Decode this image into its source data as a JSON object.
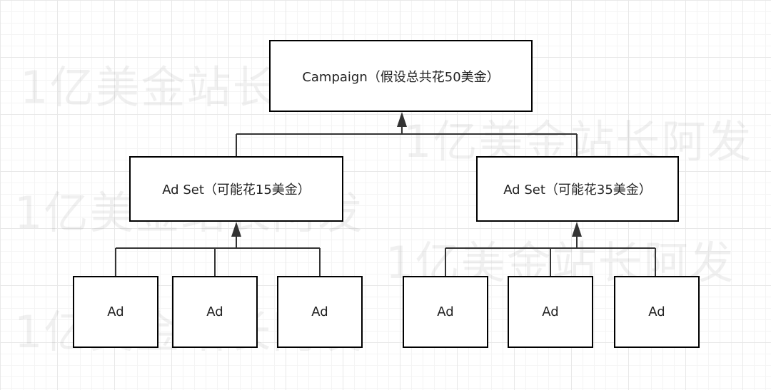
{
  "watermark": {
    "text": "1亿美金站长阿发"
  },
  "campaign": {
    "label": "Campaign（假设总共花50美金）"
  },
  "ad_sets": [
    {
      "label": "Ad Set（可能花15美金）",
      "ads": [
        "Ad",
        "Ad",
        "Ad"
      ]
    },
    {
      "label": "Ad Set（可能花35美金）",
      "ads": [
        "Ad",
        "Ad",
        "Ad"
      ]
    }
  ],
  "colors": {
    "line": "#333333",
    "border": "#000000",
    "text": "#222222"
  }
}
